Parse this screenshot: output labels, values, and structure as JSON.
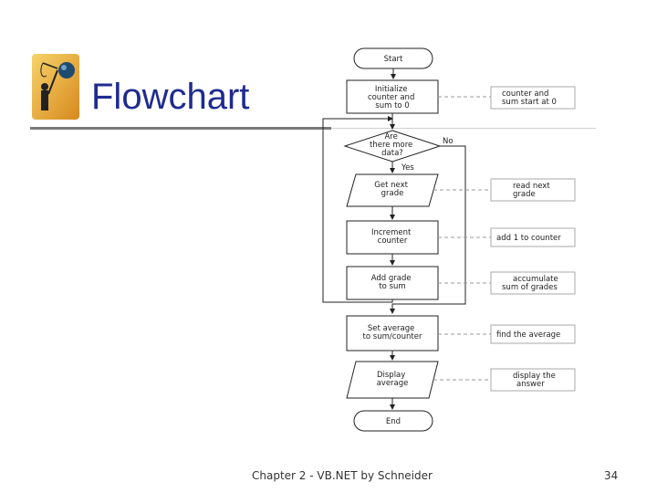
{
  "slide": {
    "title": "Flowchart",
    "footer": "Chapter 2 - VB.NET by Schneider",
    "page_number": "34"
  },
  "icons": {
    "logo": "fishing-figure-logo-icon"
  },
  "colors": {
    "title": "#1f2b8f",
    "rule": "#7a7a7a"
  },
  "flowchart": {
    "start": "Start",
    "init": [
      "Initialize",
      "counter and",
      "sum to 0"
    ],
    "decision": [
      "Are",
      "there more",
      "data?"
    ],
    "no": "No",
    "yes": "Yes",
    "get": [
      "Get next",
      "grade"
    ],
    "increment": [
      "Increment",
      "counter"
    ],
    "add": [
      "Add grade",
      "to sum"
    ],
    "set": [
      "Set average",
      "to sum/counter"
    ],
    "display": [
      "Display",
      "average"
    ],
    "end": "End"
  },
  "annotations": {
    "init": [
      "counter and",
      "sum start at 0"
    ],
    "get": [
      "read next",
      "grade"
    ],
    "increment": [
      "add 1 to counter"
    ],
    "add": [
      "accumulate",
      "sum of grades"
    ],
    "set": [
      "find the average"
    ],
    "display": [
      "display the",
      "answer"
    ]
  }
}
